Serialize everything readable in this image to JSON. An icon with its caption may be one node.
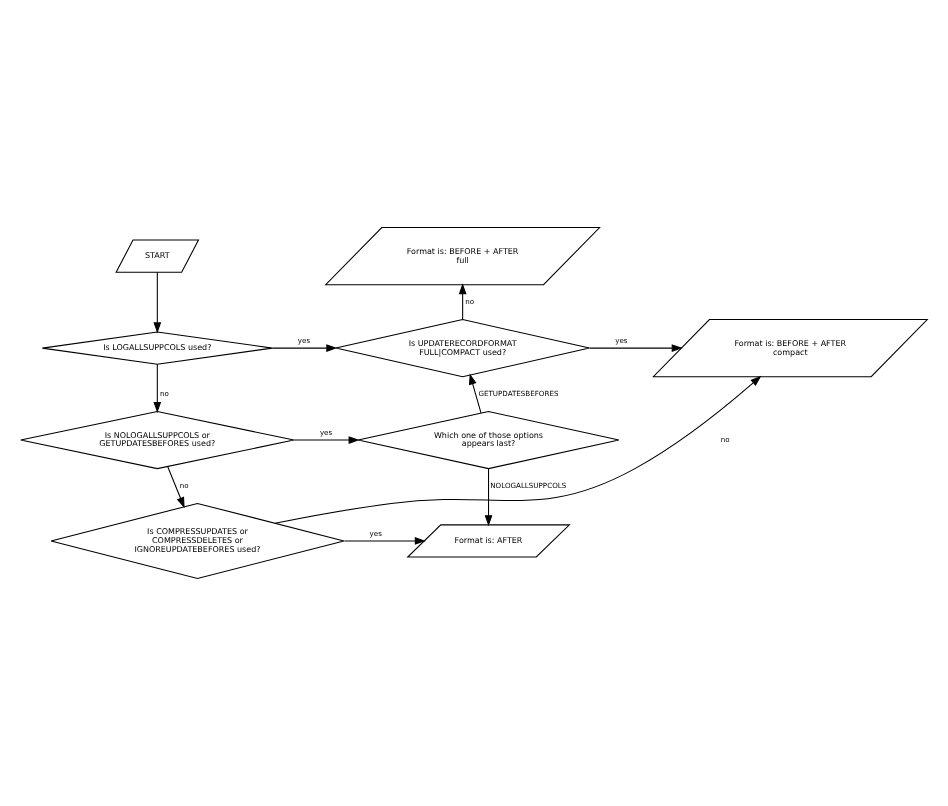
{
  "diagram": {
    "nodes": [
      {
        "text": [
          "START"
        ]
      },
      {
        "text": [
          "Format is: BEFORE + AFTER full"
        ]
      },
      {
        "text": [
          "Is LOGALLSUPPCOLS used?"
        ]
      },
      {
        "text": [
          "Is UPDATERECORDFORMAT FULL|COMPACT used?"
        ]
      },
      {
        "text": [
          "Format is: BEFORE + AFTER compact"
        ]
      },
      {
        "text": [
          "Is NOLOGALLSUPPCOLS or GETUPDATESBEFORES used?"
        ]
      },
      {
        "text": [
          "Which one of those options appears last?"
        ]
      },
      {
        "text": [
          "Format is: AFTER"
        ]
      },
      {
        "text": [
          "Is COMPRESSUPDATES or COMPRESSDELETES or IGNOREUPDATEBEFORES used?"
        ]
      }
    ],
    "edges": [
      {
        "from": 0,
        "to": 2,
        "arrow": "to"
      },
      {
        "from": 2,
        "to": 3,
        "label": "yes",
        "arrow": "to"
      },
      {
        "from": 2,
        "to": 5,
        "label": "no",
        "arrow": "to"
      },
      {
        "from": 3,
        "to": 1,
        "label": "no",
        "arrow": "to"
      },
      {
        "from": 3,
        "to": 4,
        "label": "yes",
        "arrow": "to"
      },
      {
        "from": 5,
        "to": 6,
        "label": "yes",
        "arrow": "to"
      },
      {
        "from": 5,
        "to": 8,
        "label": "no",
        "arrow": "to"
      },
      {
        "from": 6,
        "to": 3,
        "label": "GETUPDATESBEFORES",
        "arrow": "to"
      },
      {
        "from": 6,
        "to": 7,
        "label": "NOLOGALLSUPPCOLS",
        "arrow": "to"
      },
      {
        "from": 8,
        "to": 7,
        "label": "yes",
        "arrow": "to"
      },
      {
        "from": 8,
        "to": 4,
        "label": "no",
        "arrow": "to"
      }
    ]
  }
}
